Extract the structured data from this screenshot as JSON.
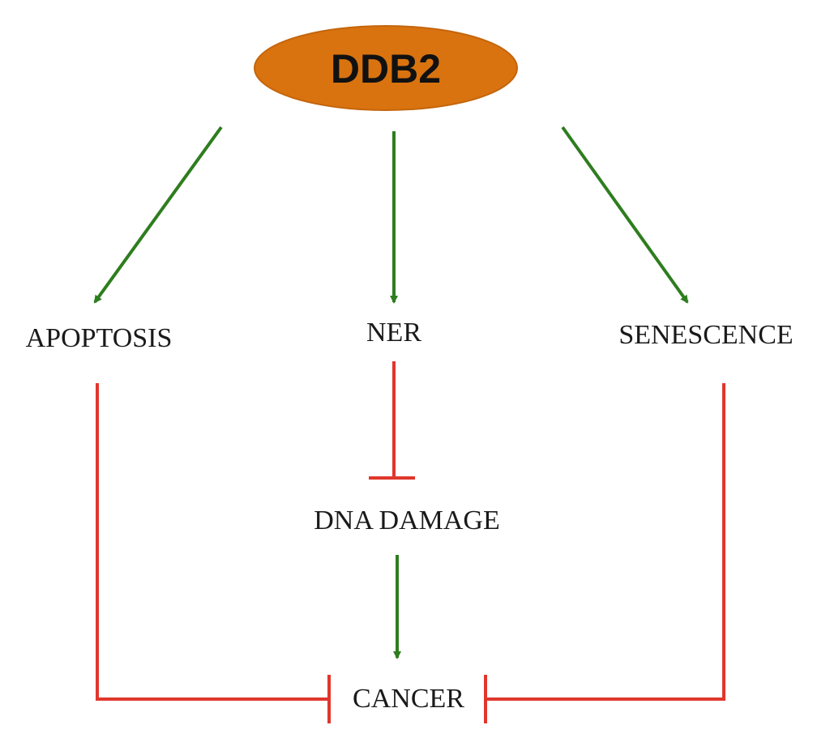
{
  "nodes": {
    "ddb2": "DDB2",
    "apoptosis": "APOPTOSIS",
    "ner": "NER",
    "senescence": "SENESCENCE",
    "dna_damage": "DNA DAMAGE",
    "cancer": "CANCER"
  },
  "colors": {
    "ddb2_fill": "#d9730f",
    "ddb2_stroke": "#c4650c",
    "activation": "#2e7d1f",
    "inhibition": "#e0372c"
  },
  "edges": [
    {
      "from": "DDB2",
      "to": "APOPTOSIS",
      "type": "activation"
    },
    {
      "from": "DDB2",
      "to": "NER",
      "type": "activation"
    },
    {
      "from": "DDB2",
      "to": "SENESCENCE",
      "type": "activation"
    },
    {
      "from": "NER",
      "to": "DNA DAMAGE",
      "type": "inhibition"
    },
    {
      "from": "DNA DAMAGE",
      "to": "CANCER",
      "type": "activation"
    },
    {
      "from": "APOPTOSIS",
      "to": "CANCER",
      "type": "inhibition"
    },
    {
      "from": "SENESCENCE",
      "to": "CANCER",
      "type": "inhibition"
    }
  ]
}
